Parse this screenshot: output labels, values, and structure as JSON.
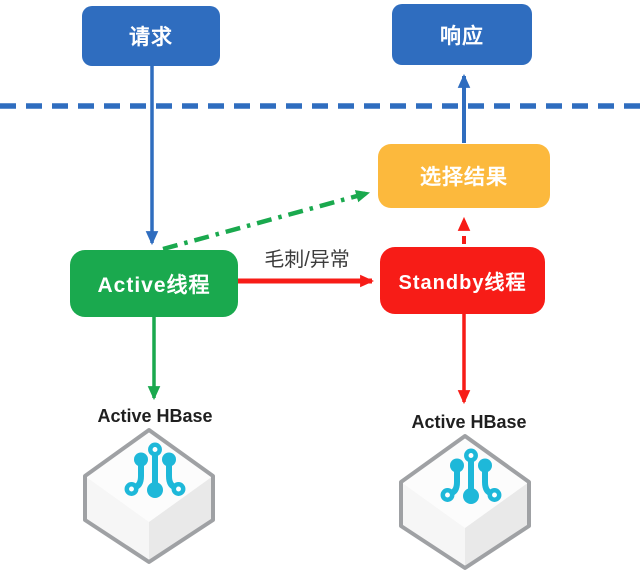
{
  "diagram": {
    "nodes": {
      "request": {
        "label": "请求",
        "color": "#2F6DBF"
      },
      "response": {
        "label": "响应",
        "color": "#2F6DBF"
      },
      "select_result": {
        "label": "选择结果",
        "color": "#FCB93D"
      },
      "active_thread": {
        "label": "Active线程",
        "color": "#1AA94E"
      },
      "standby_thread": {
        "label": "Standby线程",
        "color": "#F71C17"
      }
    },
    "edge_labels": {
      "glitch": "毛刺/异常"
    },
    "storage": {
      "left": {
        "label": "Active HBase",
        "icon": "hbase-cube-branch-icon"
      },
      "right": {
        "label": "Active HBase",
        "icon": "hbase-cube-branch-icon"
      },
      "icon_color": "#1EB8D9",
      "cube_border_color": "#9FA1A4"
    },
    "edges": [
      {
        "from": "请求",
        "to": "Active线程",
        "style": "solid",
        "color": "#2F6DBF",
        "label": ""
      },
      {
        "from": "选择结果",
        "to": "响应",
        "style": "solid",
        "color": "#2F6DBF",
        "label": ""
      },
      {
        "from": "Active线程",
        "to": "Standby线程",
        "style": "solid",
        "color": "#F71C17",
        "label": "毛刺/异常"
      },
      {
        "from": "Active线程",
        "to": "选择结果",
        "style": "dash-dot",
        "color": "#1AA94E",
        "label": ""
      },
      {
        "from": "Standby线程",
        "to": "选择结果",
        "style": "dotted",
        "color": "#F71C17",
        "label": ""
      },
      {
        "from": "Active线程",
        "to": "Active HBase (左)",
        "style": "solid",
        "color": "#1AA94E",
        "label": ""
      },
      {
        "from": "Standby线程",
        "to": "Active HBase (右)",
        "style": "solid",
        "color": "#F71C17",
        "label": ""
      }
    ],
    "divider": {
      "style": "dashed",
      "color": "#2F6DBF"
    }
  }
}
